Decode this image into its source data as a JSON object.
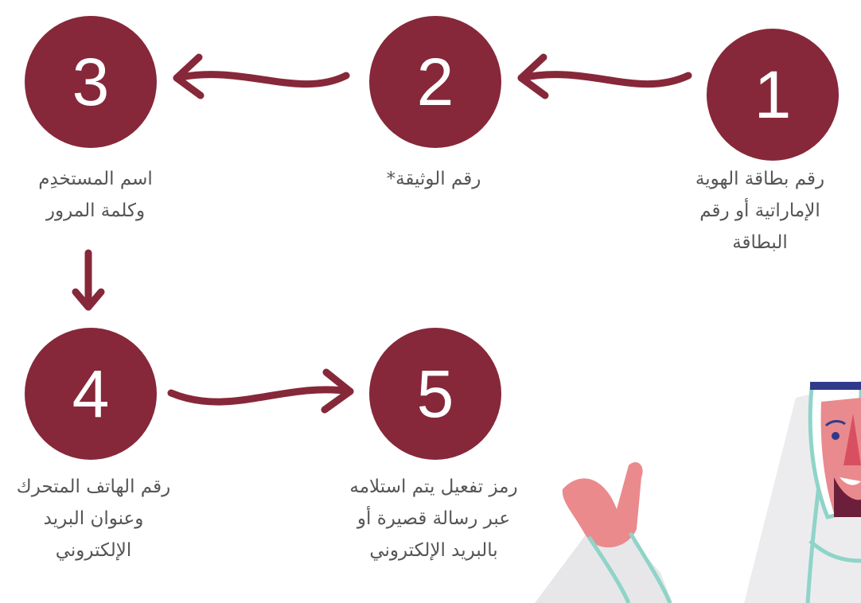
{
  "colors": {
    "circle": "#862839",
    "arrow": "#862839",
    "label_text": "#555555",
    "number_text": "#ffffff"
  },
  "steps": [
    {
      "number": "1",
      "label_lines": [
        "رقم بطاقة الهوية",
        "الإماراتية أو رقم",
        "البطاقة"
      ]
    },
    {
      "number": "2",
      "label_lines": [
        "رقم الوثيقة*"
      ]
    },
    {
      "number": "3",
      "label_lines": [
        "اسم المستخدِم",
        "وكلمة المرور"
      ]
    },
    {
      "number": "4",
      "label_lines": [
        "رقم الهاتف المتحرك",
        "وعنوان البريد",
        "الإلكتروني"
      ]
    },
    {
      "number": "5",
      "label_lines": [
        "رمز تفعيل يتم استلامه",
        "عبر رسالة قصيرة أو",
        "بالبريد الإلكتروني"
      ]
    }
  ],
  "connectors": [
    {
      "from": "1",
      "to": "2"
    },
    {
      "from": "2",
      "to": "3"
    },
    {
      "from": "3",
      "to": "4"
    },
    {
      "from": "4",
      "to": "5"
    }
  ],
  "illustration": {
    "icon": "waving-man-illustration"
  }
}
